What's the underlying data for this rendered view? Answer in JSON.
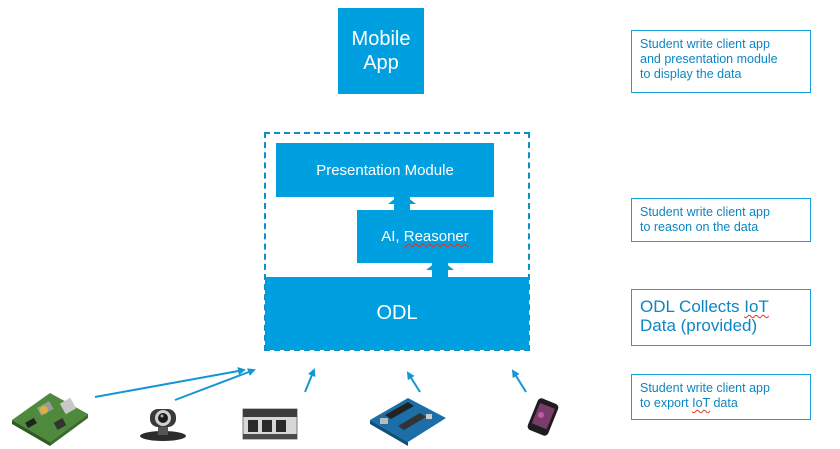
{
  "mobile_app": {
    "line1": "Mobile",
    "line2": "App"
  },
  "presentation_module": {
    "label": "Presentation Module"
  },
  "reasoner": {
    "prefix": "AI, ",
    "word": "Reasoner"
  },
  "odl": {
    "label": "ODL"
  },
  "notes": {
    "note1": {
      "lines": [
        "Student write client app",
        "and presentation module",
        "to display the data"
      ]
    },
    "note2": {
      "lines": [
        "Student write client app",
        "to reason on the data"
      ]
    },
    "note3": {
      "part1": "ODL Collects ",
      "iot": "IoT",
      "line2": "Data (provided)"
    },
    "note4": {
      "line1": "Student write client app",
      "pre": "to export ",
      "iot": "IoT",
      "post": " data"
    }
  },
  "colors": {
    "box": "#009fdf",
    "note_text": "#0c86c4",
    "frame": "#0a8fc9"
  },
  "devices": [
    "raspberry-pi",
    "webcam",
    "iot-gateway",
    "arduino-board",
    "smartphone"
  ]
}
